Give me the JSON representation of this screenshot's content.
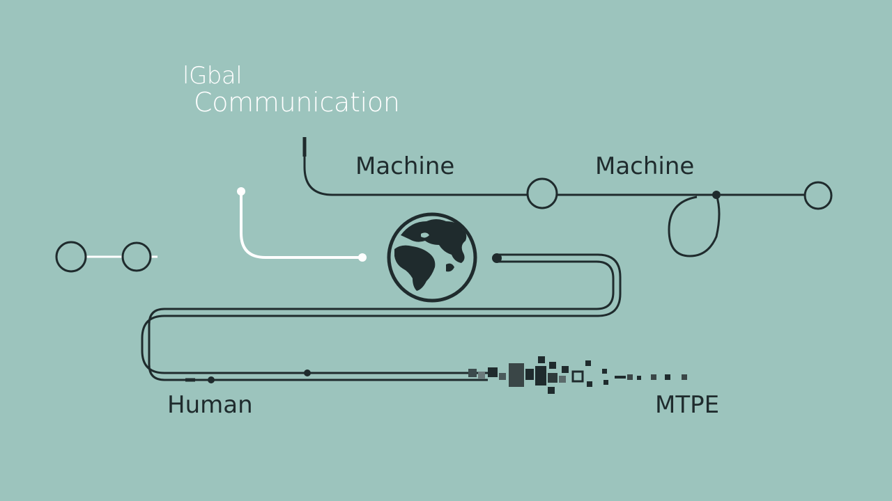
{
  "title": {
    "line1": "lGbal",
    "line2": "Communication"
  },
  "nodes": {
    "machine_1": "Machine",
    "machine_2": "Machine",
    "human": "Human",
    "mtpe": "MTPE"
  },
  "icons": {
    "globe": "globe-icon"
  },
  "colors": {
    "background": "#9cc4bd",
    "ink": "#1f2b2d",
    "highlight": "#ffffff"
  }
}
